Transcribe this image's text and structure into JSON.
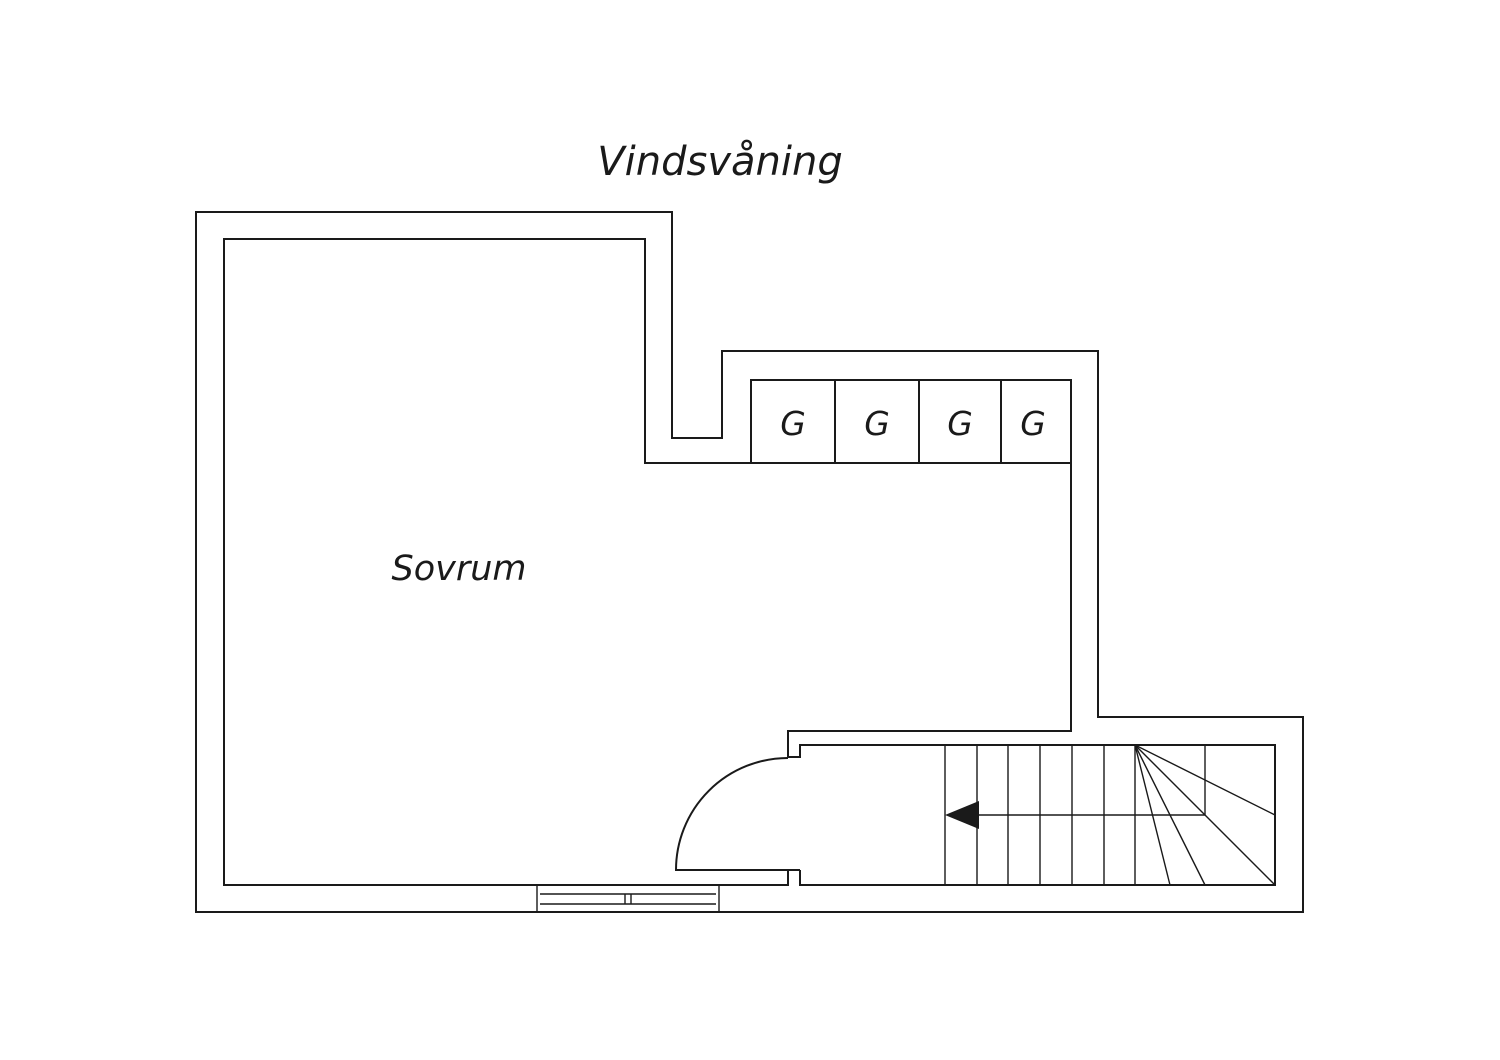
{
  "floor_plan": {
    "title": "Vindsvåning",
    "rooms": {
      "bedroom": {
        "label": "Sovrum"
      }
    },
    "closets": [
      {
        "label": "G"
      },
      {
        "label": "G"
      },
      {
        "label": "G"
      },
      {
        "label": "G"
      }
    ],
    "colors": {
      "line": "#1a1a1a",
      "background": "#ffffff"
    }
  }
}
